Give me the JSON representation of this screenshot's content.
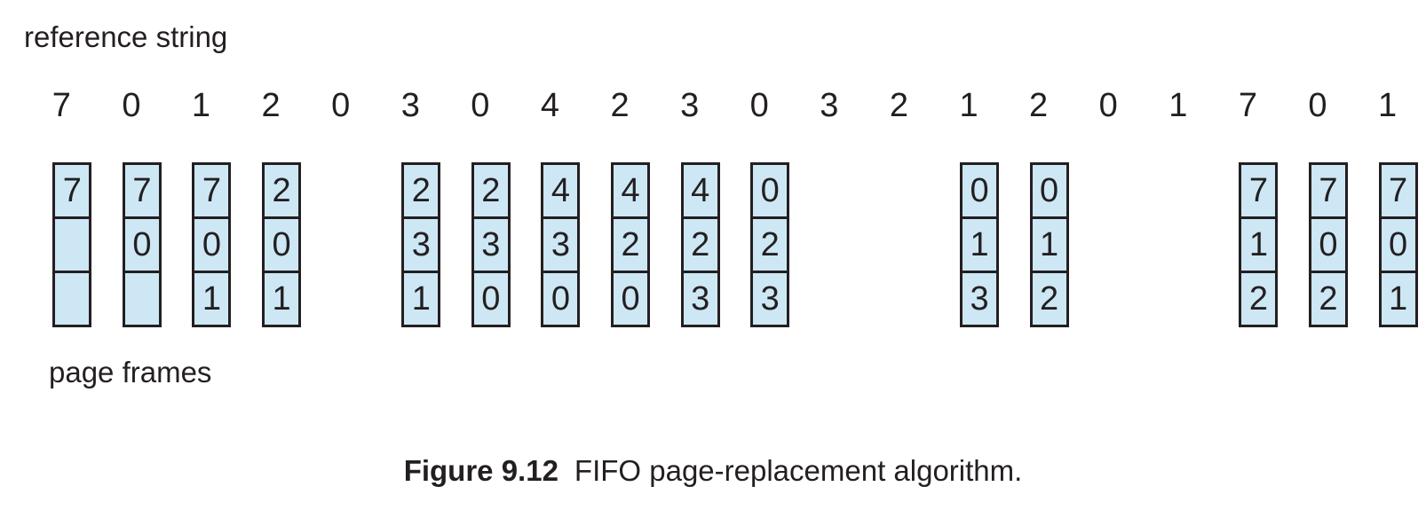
{
  "figure": {
    "reference_label": "reference string",
    "frames_label": "page frames",
    "caption_number": "Figure 9.12",
    "caption_text": "FIFO page-replacement algorithm."
  },
  "colors": {
    "cell_fill": "#cde7f5",
    "cell_border": "#231f20",
    "text": "#231f20"
  },
  "columns": [
    {
      "ref": "7",
      "frames": [
        "7",
        "",
        ""
      ]
    },
    {
      "ref": "0",
      "frames": [
        "7",
        "0",
        ""
      ]
    },
    {
      "ref": "1",
      "frames": [
        "7",
        "0",
        "1"
      ]
    },
    {
      "ref": "2",
      "frames": [
        "2",
        "0",
        "1"
      ]
    },
    {
      "ref": "0",
      "frames": null
    },
    {
      "ref": "3",
      "frames": [
        "2",
        "3",
        "1"
      ]
    },
    {
      "ref": "0",
      "frames": [
        "2",
        "3",
        "0"
      ]
    },
    {
      "ref": "4",
      "frames": [
        "4",
        "3",
        "0"
      ]
    },
    {
      "ref": "2",
      "frames": [
        "4",
        "2",
        "0"
      ]
    },
    {
      "ref": "3",
      "frames": [
        "4",
        "2",
        "3"
      ]
    },
    {
      "ref": "0",
      "frames": [
        "0",
        "2",
        "3"
      ]
    },
    {
      "ref": "3",
      "frames": null
    },
    {
      "ref": "2",
      "frames": null
    },
    {
      "ref": "1",
      "frames": [
        "0",
        "1",
        "3"
      ]
    },
    {
      "ref": "2",
      "frames": [
        "0",
        "1",
        "2"
      ]
    },
    {
      "ref": "0",
      "frames": null
    },
    {
      "ref": "1",
      "frames": null
    },
    {
      "ref": "7",
      "frames": [
        "7",
        "1",
        "2"
      ]
    },
    {
      "ref": "0",
      "frames": [
        "7",
        "0",
        "2"
      ]
    },
    {
      "ref": "1",
      "frames": [
        "7",
        "0",
        "1"
      ]
    }
  ]
}
